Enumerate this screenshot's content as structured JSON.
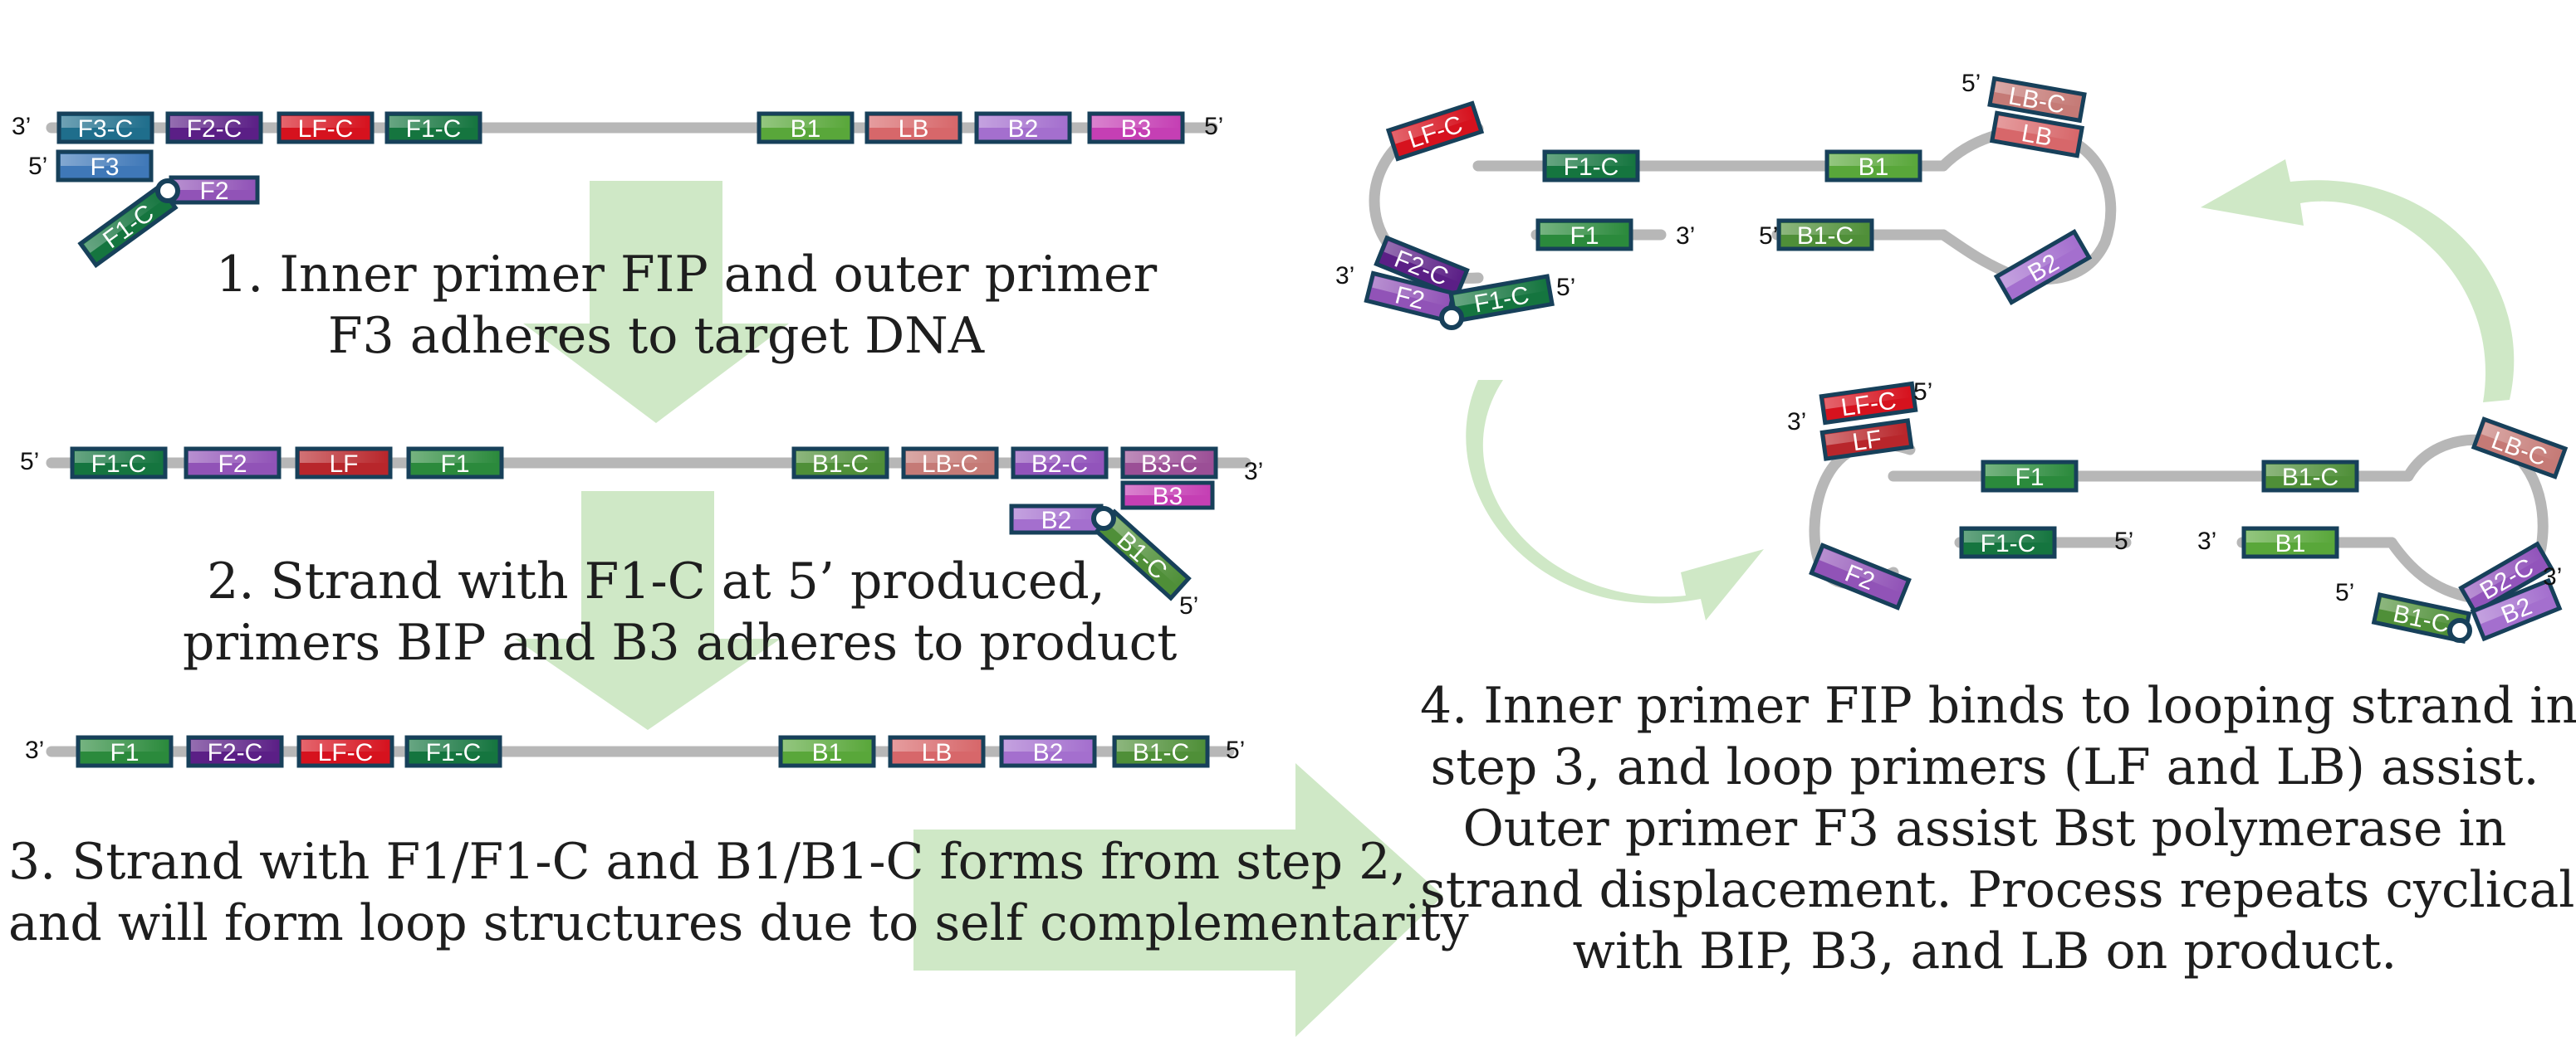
{
  "colors": {
    "strand": "#b7b7b7",
    "outline": "#17405a",
    "arrow": "#cfe8c6",
    "text": "#1e1e1e",
    "segments": {
      "F3-C": "#1f6e8c",
      "F3": "#3f78b8",
      "F2-C": "#5b1f86",
      "F2": "#9153b7",
      "LF-C": "#d6121e",
      "LF": "#b8262b",
      "F1-C": "#15753f",
      "F1": "#2b8a3c",
      "B1": "#59a73a",
      "B1-C": "#4f8f38",
      "LB": "#d7676a",
      "LB-C": "#c57a76",
      "B2": "#a46fce",
      "B2-C": "#9254bb",
      "B3": "#c53fb4",
      "B3-C": "#9b4f96"
    }
  },
  "captions": {
    "step1": [
      "1. Inner primer FIP and outer primer",
      "F3 adheres to target DNA"
    ],
    "step2": [
      "2. Strand with F1-C at 5’ produced,",
      "primers BIP and B3 adheres to product"
    ],
    "step3": [
      "3. Strand with F1/F1-C and B1/B1-C forms from step 2,",
      "and will form loop structures due to self complementarity"
    ],
    "step4": [
      "4. Inner primer FIP binds to looping strand in",
      "step 3, and loop primers (LF and LB) assist.",
      "Outer primer F3 assist Bst polymerase in",
      "strand displacement. Process repeats cyclically",
      "with BIP, B3, and LB on product."
    ]
  },
  "strand_ends": {
    "three_prime": "3’",
    "five_prime": "5’"
  },
  "segment_labels": {
    "row1": [
      "F3-C",
      "F2-C",
      "LF-C",
      "F1-C",
      "B1",
      "LB",
      "B2",
      "B3"
    ],
    "row1_primers": [
      "F3",
      "F2",
      "F1-C"
    ],
    "row2": [
      "F1-C",
      "F2",
      "LF",
      "F1",
      "B1-C",
      "LB-C",
      "B2-C",
      "B3-C"
    ],
    "row2_primers": [
      "B3",
      "B2",
      "B1-C"
    ],
    "row3": [
      "F1",
      "F2-C",
      "LF-C",
      "F1-C",
      "B1",
      "LB",
      "B2",
      "B1-C"
    ],
    "loop1": [
      "LF-C",
      "F1-C",
      "B1",
      "LB-C",
      "LB",
      "F1",
      "B1-C",
      "F2-C",
      "F2",
      "F1-C",
      "B2"
    ],
    "loop2": [
      "LF-C",
      "LF",
      "F1",
      "B1-C",
      "LB-C",
      "F1-C",
      "B1",
      "F2",
      "B2-C",
      "B1-C",
      "B2"
    ]
  }
}
